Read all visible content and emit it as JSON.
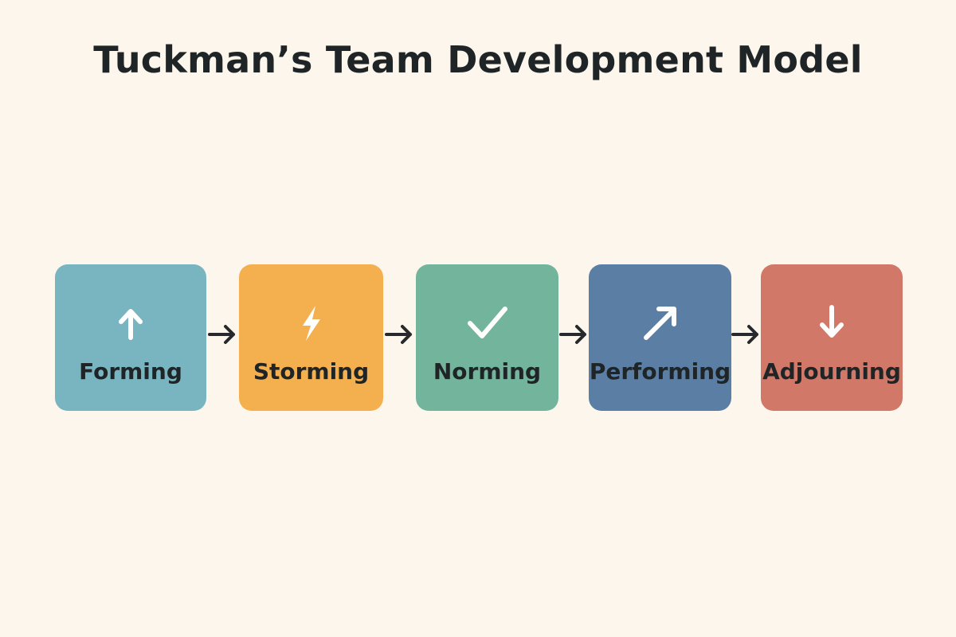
{
  "title": "Tuckman’s Team Development Model",
  "stages": [
    {
      "label": "Forming",
      "icon": "arrow-up-icon",
      "color": "#78b5c0"
    },
    {
      "label": "Storming",
      "icon": "lightning-icon",
      "color": "#f4b04f"
    },
    {
      "label": "Norming",
      "icon": "checkmark-icon",
      "color": "#72b59c"
    },
    {
      "label": "Performing",
      "icon": "arrow-up-right-icon",
      "color": "#5b7ea5"
    },
    {
      "label": "Adjourning",
      "icon": "arrow-down-icon",
      "color": "#d27868"
    }
  ],
  "colors": {
    "background": "#fdf6ec",
    "text": "#1f2426",
    "connector": "#262a2c",
    "icon": "#ffffff"
  }
}
